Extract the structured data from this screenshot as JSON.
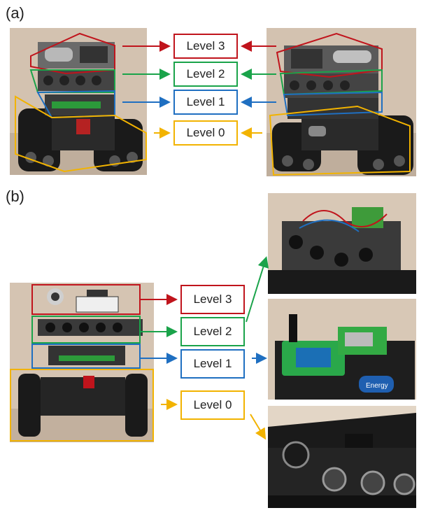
{
  "panels": {
    "a": {
      "label": "(a)"
    },
    "b": {
      "label": "(b)"
    }
  },
  "levels": {
    "level3": "Level 3",
    "level2": "Level 2",
    "level1": "Level 1",
    "level0": "Level 0"
  },
  "photo_labels": {
    "battery_text": "Energy"
  },
  "colors": {
    "level3": "#c0141c",
    "level2": "#1aa34a",
    "level1": "#1f6fc1",
    "level0": "#f2b300"
  }
}
